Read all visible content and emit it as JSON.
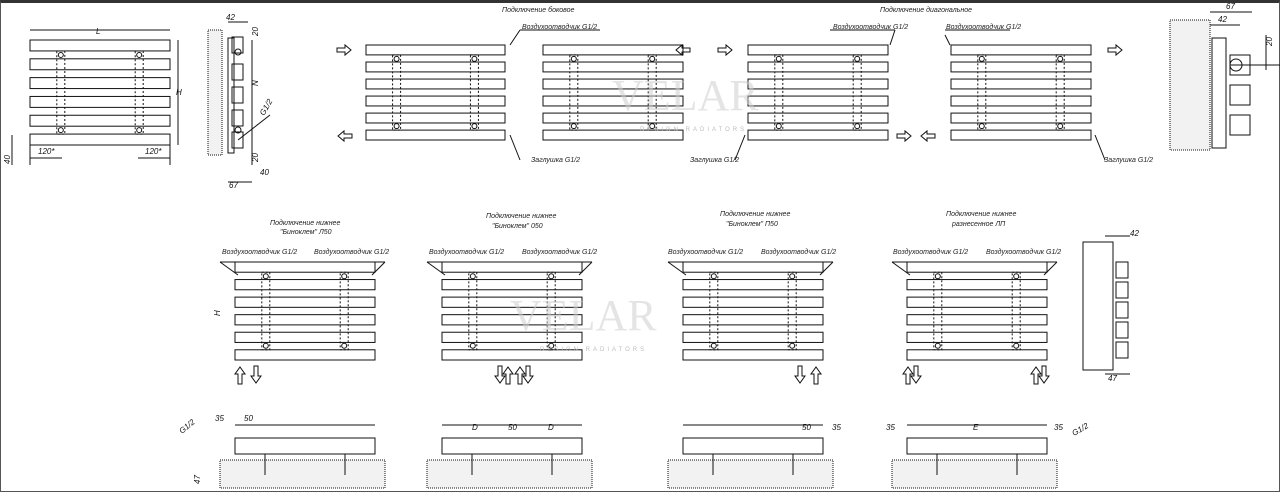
{
  "watermark": {
    "brand": "VELAR",
    "sub": "DESIGN RADIATORS"
  },
  "front_view": {
    "width_label": "L",
    "height_label": "H",
    "left_offset": "120*",
    "right_offset": "120*",
    "bottom_gap": "40"
  },
  "side_view": {
    "depth_top": "42",
    "top_gap": "20",
    "axis_label": "N",
    "thread": "G1/2",
    "bottom_gap": "20",
    "bottom_offset": "40",
    "depth_total": "67"
  },
  "side_connection": {
    "title": "Подключение боковое",
    "air_vent": "Воздухоотводчик G1/2",
    "plug": "Заглушка G1/2"
  },
  "diagonal_connection": {
    "title": "Подключение диагональное",
    "air_vent_1": "Воздухоотводчик G1/2",
    "air_vent_2": "Воздухоотводчик G1/2",
    "plug_1": "Заглушка G1/2",
    "plug_2": "Заглушка G1/2"
  },
  "wall_detail": {
    "depth_total": "67",
    "depth_top": "42",
    "gap": "20"
  },
  "bottom_connections": [
    {
      "title_1": "Подключение нижнее",
      "title_2": "\"Биноклем\" Л50",
      "vent_left": "Воздухоотводчик G1/2",
      "vent_right": "Воздухоотводчик G1/2",
      "height_label": "H",
      "dims": [
        "G1/2",
        "35",
        "50",
        "47"
      ]
    },
    {
      "title_1": "Подключение нижнее",
      "title_2": "\"Биноклем\" 050",
      "vent_left": "Воздухоотводчик G1/2",
      "vent_right": "Воздухоотводчик G1/2",
      "dims": [
        "D",
        "50",
        "D"
      ]
    },
    {
      "title_1": "Подключение нижнее",
      "title_2": "\"Биноклем\" П50",
      "vent_left": "Воздухоотводчик G1/2",
      "vent_right": "Воздухоотводчик G1/2",
      "dims": [
        "50",
        "35"
      ]
    },
    {
      "title_1": "Подключение нижнее",
      "title_2": "разнесенное ЛП",
      "vent_left": "Воздухоотводчик G1/2",
      "vent_right": "Воздухоотводчик G1/2",
      "dims": [
        "35",
        "E",
        "35",
        "G1/2"
      ]
    }
  ],
  "bottom_side_view": {
    "depth_top": "42",
    "depth_bottom": "47"
  }
}
